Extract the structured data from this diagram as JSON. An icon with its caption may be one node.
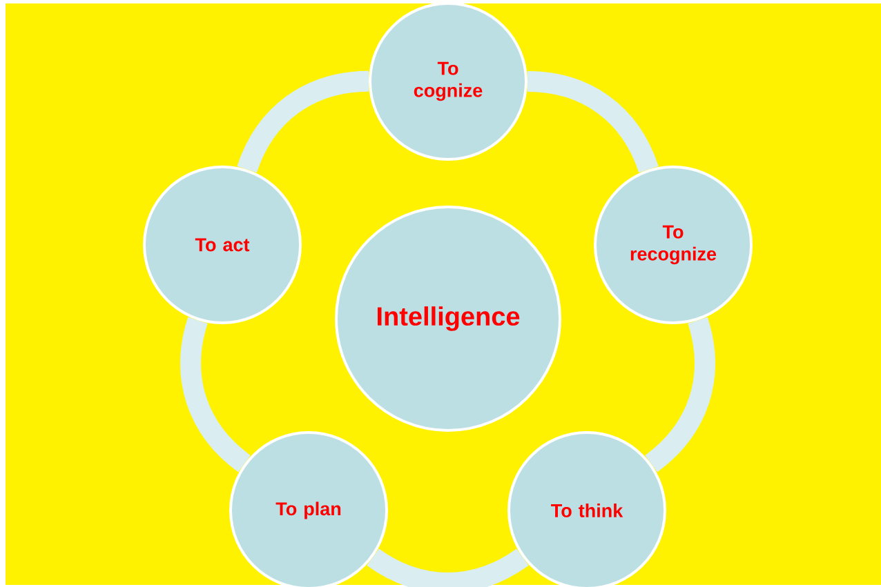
{
  "diagram": {
    "nodes": [
      {
        "text": [
          "Intelligence"
        ]
      },
      {
        "text": [
          "To cognize"
        ]
      },
      {
        "text": [
          "To recognize"
        ]
      },
      {
        "text": [
          "To think"
        ]
      },
      {
        "text": [
          "To plan"
        ]
      },
      {
        "text": [
          "To act"
        ]
      }
    ],
    "edges": [
      {
        "from": 1,
        "to": 2,
        "arrow": "none"
      },
      {
        "from": 2,
        "to": 3,
        "arrow": "none"
      },
      {
        "from": 3,
        "to": 4,
        "arrow": "none"
      },
      {
        "from": 4,
        "to": 5,
        "arrow": "none"
      },
      {
        "from": 5,
        "to": 1,
        "arrow": "none"
      }
    ]
  }
}
